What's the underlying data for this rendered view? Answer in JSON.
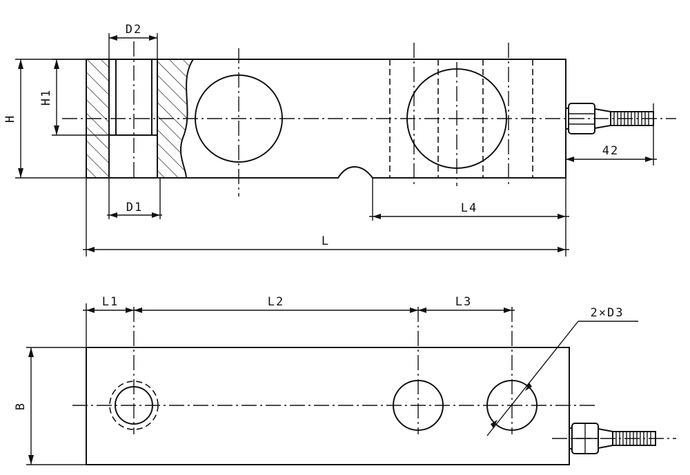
{
  "labels": {
    "H": "H",
    "H1": "H1",
    "D2": "D2",
    "D1": "D1",
    "L": "L",
    "L4": "L4",
    "dim42": "42",
    "L1": "L1",
    "L2": "L2",
    "L3": "L3",
    "B": "B",
    "D3": "2×D3"
  }
}
